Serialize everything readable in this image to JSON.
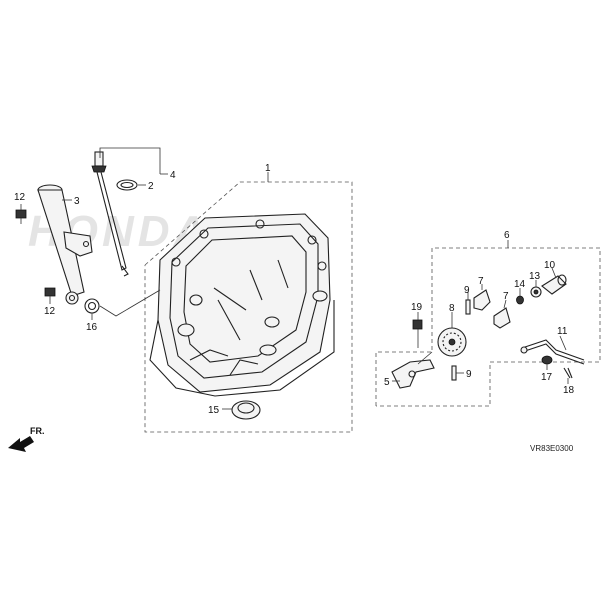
{
  "watermark": "HONDA",
  "callouts": [
    "1",
    "2",
    "3",
    "4",
    "5",
    "6",
    "7",
    "7",
    "8",
    "9",
    "9",
    "10",
    "11",
    "12",
    "12",
    "13",
    "14",
    "15",
    "16",
    "17",
    "18",
    "19"
  ],
  "front_arrow_label": "FR.",
  "ref_code": "VR83E0300"
}
